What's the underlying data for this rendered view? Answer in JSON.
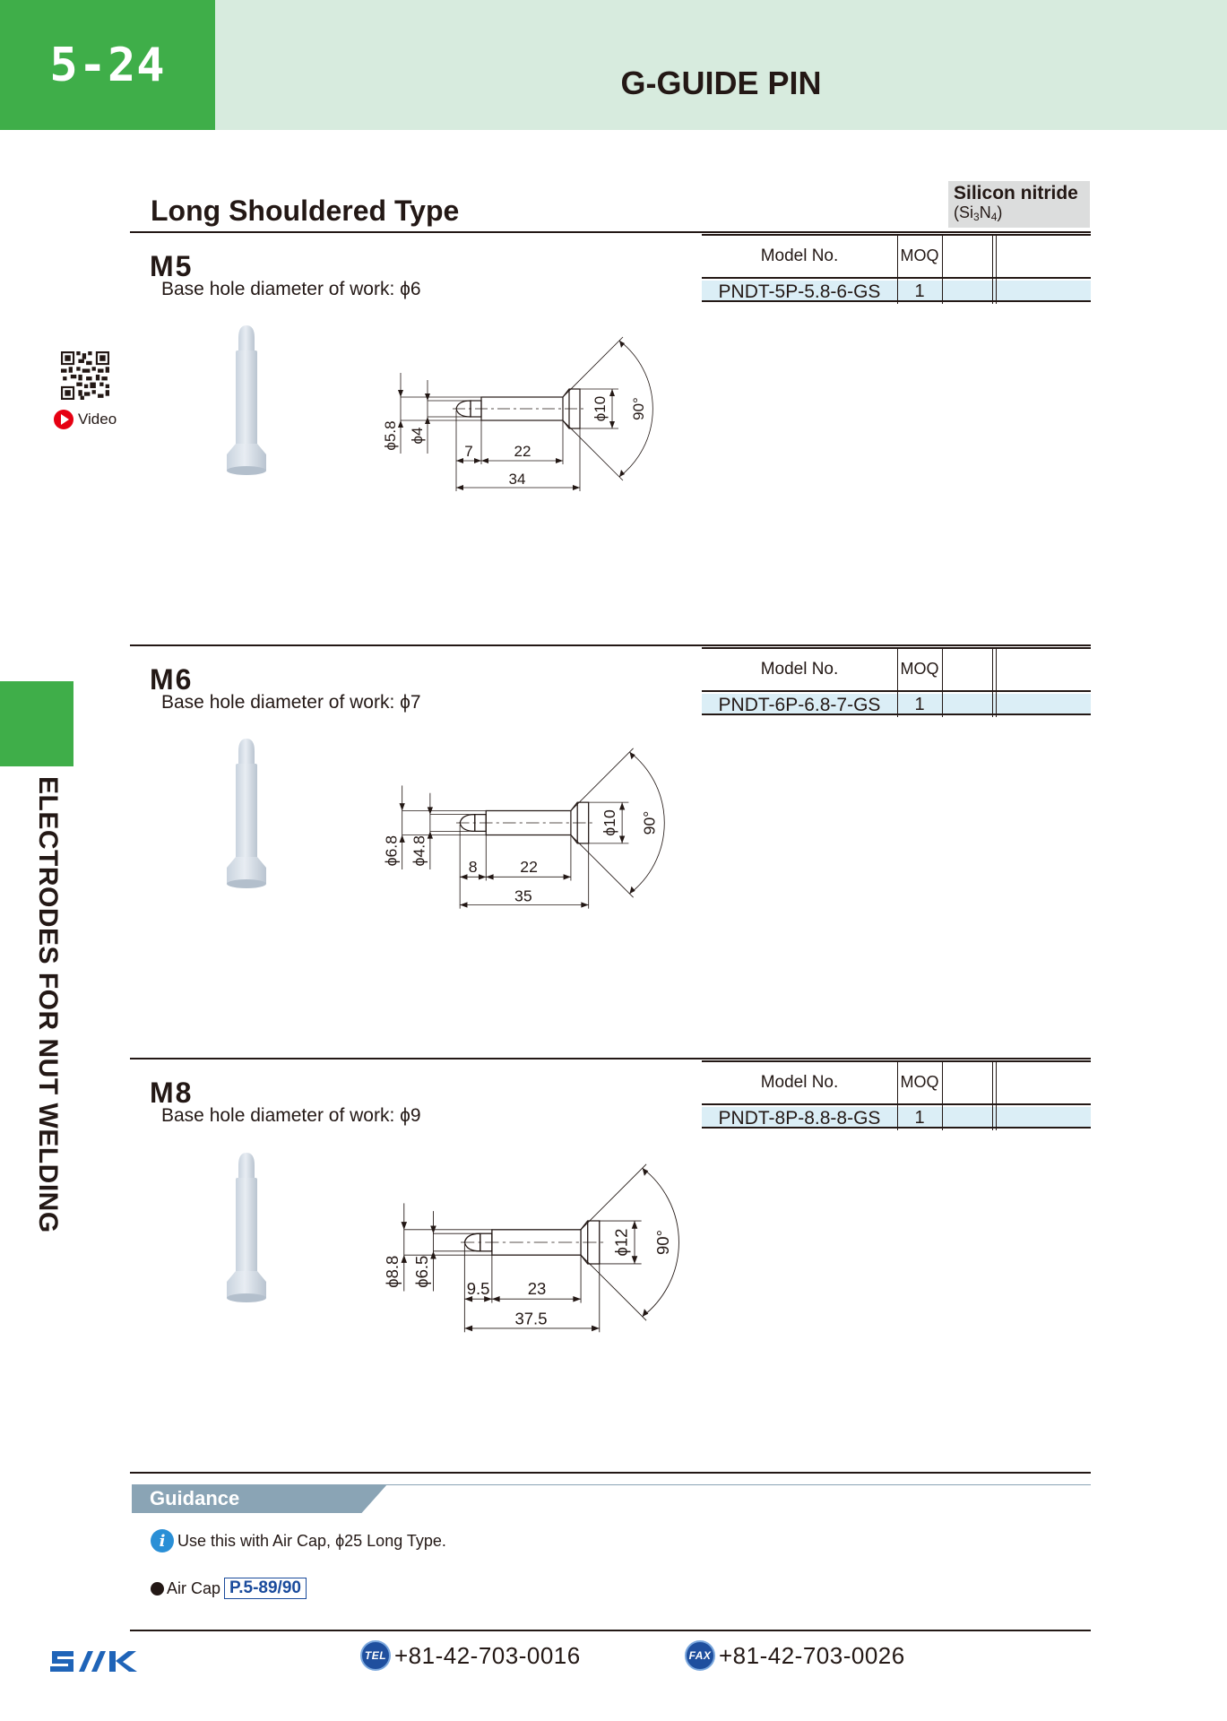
{
  "header": {
    "page_number": "5-24",
    "title": "G-GUIDE PIN"
  },
  "side_tab": {
    "label": "ELECTRODES FOR NUT WELDING"
  },
  "video": {
    "label": "Video"
  },
  "section": {
    "title": "Long Shouldered Type",
    "material_name": "Silicon nitride",
    "material_formula_prefix": "(Si",
    "material_sub1": "3",
    "material_mid": "N",
    "material_sub2": "4",
    "material_suffix": ")"
  },
  "table_headers": {
    "model": "Model No.",
    "moq": "MOQ"
  },
  "sizes": [
    {
      "code": "M5",
      "base": "Base hole diameter of work: ϕ6",
      "model": "PNDT-5P-5.8-6-GS",
      "moq": "1",
      "dims": {
        "d_outer": "ϕ5.8",
        "d_inner": "ϕ4",
        "tip": "7",
        "body": "22",
        "total": "34",
        "head": "ϕ10",
        "angle": "90°"
      }
    },
    {
      "code": "M6",
      "base": "Base hole diameter of work: ϕ7",
      "model": "PNDT-6P-6.8-7-GS",
      "moq": "1",
      "dims": {
        "d_outer": "ϕ6.8",
        "d_inner": "ϕ4.8",
        "tip": "8",
        "body": "22",
        "total": "35",
        "head": "ϕ10",
        "angle": "90°"
      }
    },
    {
      "code": "M8",
      "base": "Base hole diameter of work: ϕ9",
      "model": "PNDT-8P-8.8-8-GS",
      "moq": "1",
      "dims": {
        "d_outer": "ϕ8.8",
        "d_inner": "ϕ6.5",
        "tip": "9.5",
        "body": "23",
        "total": "37.5",
        "head": "ϕ12",
        "angle": "90°"
      }
    }
  ],
  "guidance": {
    "label": "Guidance",
    "note": "Use this with Air Cap, ϕ25 Long Type.",
    "air_cap_label": "Air Cap",
    "air_cap_ref": "P.5-89/90"
  },
  "footer": {
    "tel_badge": "TEL",
    "tel": "+81-42-703-0016",
    "fax_badge": "FAX",
    "fax": "+81-42-703-0026"
  }
}
